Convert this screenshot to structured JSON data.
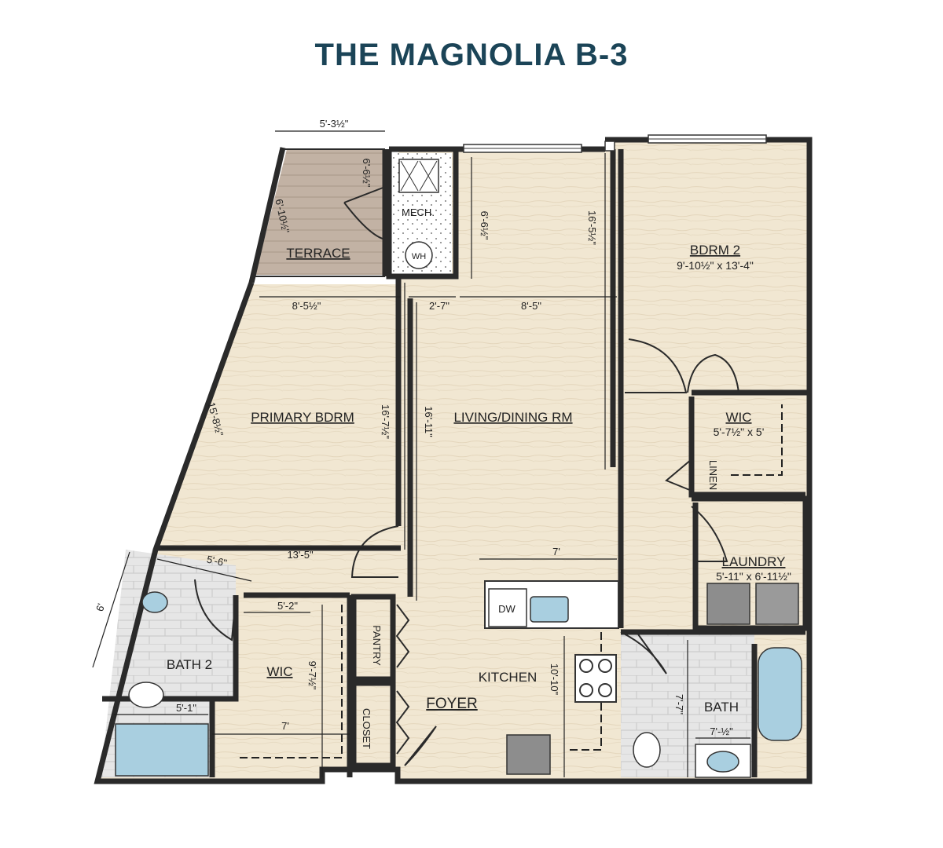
{
  "title": "THE MAGNOLIA B-3",
  "rooms": {
    "terrace": "TERRACE",
    "mech": "MECH.",
    "wh": "WH",
    "bdrm2": "BDRM 2",
    "bdrm2_size": "9'-10½\" x 13'-4\"",
    "primary": "PRIMARY BDRM",
    "living": "LIVING/DINING RM",
    "wic2": "WIC",
    "wic2_size": "5'-7½\" x 5'",
    "linen": "LINEN",
    "laundry": "LAUNDRY",
    "laundry_size": "5'-11\" x 6'-11½\"",
    "bath2": "BATH 2",
    "wic1": "WIC",
    "pantry": "PANTRY",
    "closet": "CLOSET",
    "foyer": "FOYER",
    "kitchen": "KITCHEN",
    "dw": "DW",
    "bath": "BATH"
  },
  "dims": {
    "terrace_w": "5'-3½\"",
    "terrace_d1": "6'-6½\"",
    "terrace_d2": "6'-10½\"",
    "living_top": "6'-6½\"",
    "bdrm2_len": "16'-5½\"",
    "primary_w": "8'-5½\"",
    "hall_w": "2'-7\"",
    "living_w": "8'-5\"",
    "primary_diag": "15'-8½\"",
    "primary_len": "16'-7½\"",
    "living_len": "16'-11\"",
    "primary_base": "13'-5\"",
    "bath2_w": "5'-6\"",
    "bath2_d": "6'",
    "wic1_w": "5'-2\"",
    "wic1_len": "9'-7½\"",
    "bath2_sw": "5'-1\"",
    "wic1_base": "7'",
    "kitchen_w": "7'",
    "kitchen_len": "10'-10\"",
    "bath_d": "7'-7\"",
    "bath_w": "7'-½\""
  },
  "colors": {
    "title": "#1b4457",
    "floor": "#f1e7d2",
    "terrace": "#c2b2a4",
    "tile": "#e2e2e2",
    "fixture": "#a9cfe0",
    "wall": "#2a2a2a"
  }
}
